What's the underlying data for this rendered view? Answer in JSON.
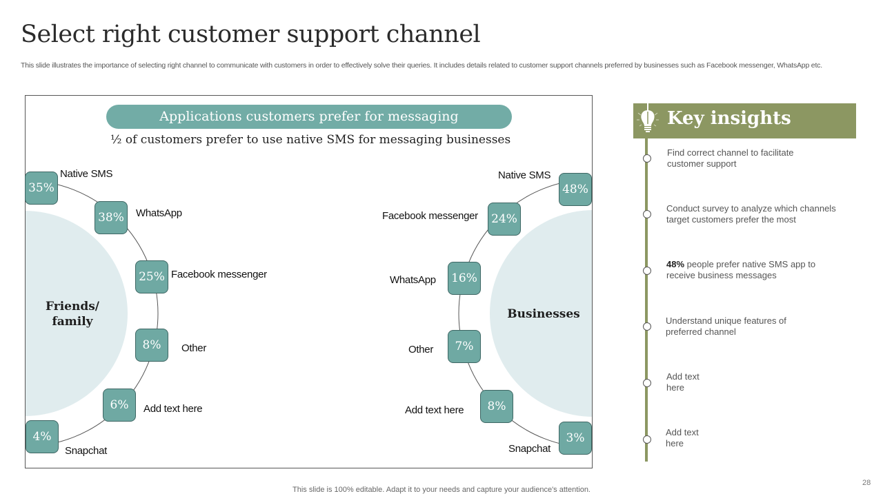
{
  "slide": {
    "title": "Select right customer support channel",
    "description": "This slide illustrates the importance of selecting right channel to communicate with customers in order to effectively solve their queries. It includes details related to customer support channels preferred by businesses such as Facebook messenger, WhatsApp etc.",
    "footer": "This slide is 100% editable. Adapt it to your needs and capture your audience's attention.",
    "page_number": "28"
  },
  "diagram": {
    "pill_title": "Applications customers prefer for messaging",
    "subtitle": "½ of customers prefer to use native SMS for messaging businesses",
    "colors": {
      "box_fill": "#6fa9a3",
      "box_border": "#3d6663",
      "semicircle": "#e0ecee",
      "pill": "#72aca6"
    },
    "friends_family": {
      "label_line1": "Friends/",
      "label_line2": "family",
      "items": [
        {
          "value": "35%",
          "label": "Native SMS"
        },
        {
          "value": "38%",
          "label": "WhatsApp"
        },
        {
          "value": "25%",
          "label": "Facebook messenger"
        },
        {
          "value": "8%",
          "label": "Other"
        },
        {
          "value": "6%",
          "label": "Add text here"
        },
        {
          "value": "4%",
          "label": "Snapchat"
        }
      ]
    },
    "businesses": {
      "label": "Businesses",
      "items": [
        {
          "value": "48%",
          "label": "Native SMS"
        },
        {
          "value": "24%",
          "label": "Facebook messenger"
        },
        {
          "value": "16%",
          "label": "WhatsApp"
        },
        {
          "value": "7%",
          "label": "Other"
        },
        {
          "value": "8%",
          "label": "Add text here"
        },
        {
          "value": "3%",
          "label": "Snapchat"
        }
      ]
    }
  },
  "key_insights": {
    "title": "Key insights",
    "icon": "lightbulb-icon",
    "accent_color": "#8c9762",
    "items": [
      {
        "bold": "",
        "text": "Find correct channel to facilitate customer support"
      },
      {
        "bold": "",
        "text": "Conduct survey to analyze which channels target customers prefer the most"
      },
      {
        "bold": "48%",
        "text": " people prefer native SMS app to receive business messages"
      },
      {
        "bold": "",
        "text": "Understand unique features of preferred channel"
      },
      {
        "bold": "",
        "text": "Add text here"
      },
      {
        "bold": "",
        "text": "Add text here"
      }
    ]
  }
}
